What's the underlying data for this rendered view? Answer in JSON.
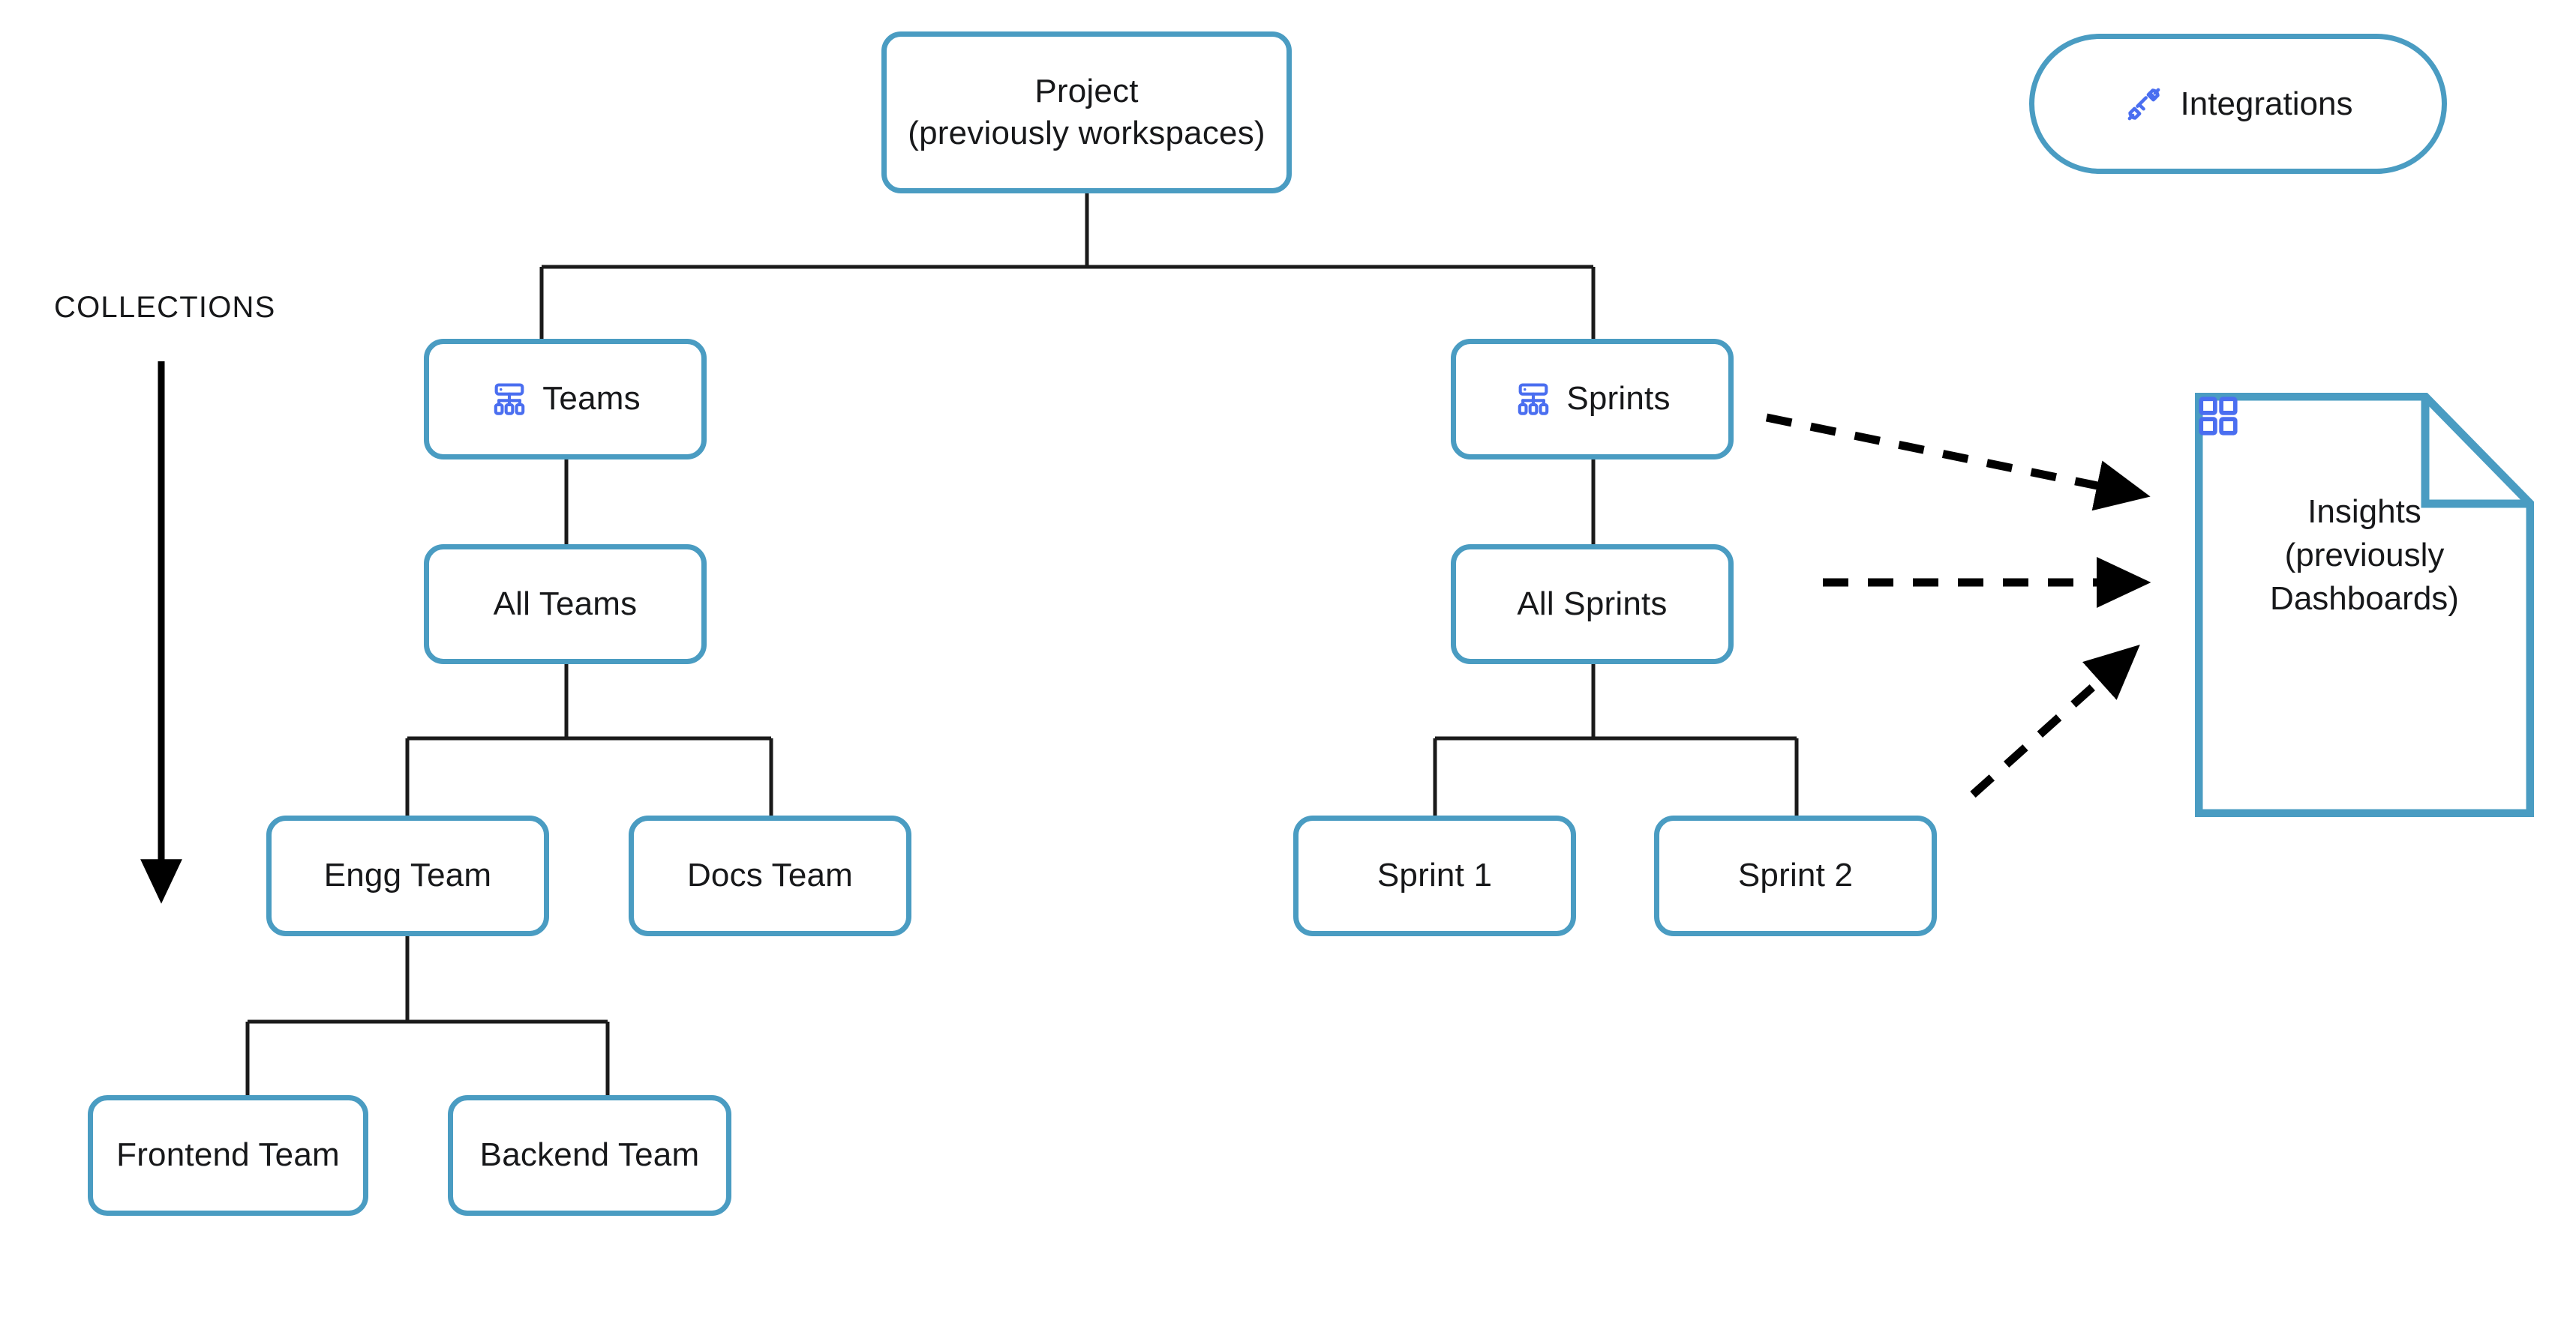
{
  "diagram": {
    "title_note": "Project hierarchy diagram",
    "section_label": "COLLECTIONS",
    "colors": {
      "node_border": "#4a9cc2",
      "icon_blue": "#4a6ef0",
      "connector": "#1a1a1a",
      "text": "#17181a",
      "background": "#ffffff"
    },
    "nodes": {
      "project": {
        "label": "Project\n(previously workspaces)"
      },
      "integrations": {
        "label": "Integrations",
        "icon": "plug-connector-icon"
      },
      "teams": {
        "label": "Teams",
        "icon": "hierarchy-icon"
      },
      "all_teams": {
        "label": "All Teams"
      },
      "engg_team": {
        "label": "Engg Team"
      },
      "docs_team": {
        "label": "Docs Team"
      },
      "frontend_team": {
        "label": "Frontend Team"
      },
      "backend_team": {
        "label": "Backend Team"
      },
      "sprints": {
        "label": "Sprints",
        "icon": "hierarchy-icon"
      },
      "all_sprints": {
        "label": "All Sprints"
      },
      "sprint_1": {
        "label": "Sprint 1"
      },
      "sprint_2": {
        "label": "Sprint 2"
      },
      "insights": {
        "label": "Insights\n(previously\nDashboards)",
        "icon": "dashboard-grid-icon"
      }
    },
    "edges": [
      {
        "from": "project",
        "to": "teams",
        "style": "solid"
      },
      {
        "from": "project",
        "to": "sprints",
        "style": "solid"
      },
      {
        "from": "teams",
        "to": "all_teams",
        "style": "solid"
      },
      {
        "from": "all_teams",
        "to": "engg_team",
        "style": "solid"
      },
      {
        "from": "all_teams",
        "to": "docs_team",
        "style": "solid"
      },
      {
        "from": "engg_team",
        "to": "frontend_team",
        "style": "solid"
      },
      {
        "from": "engg_team",
        "to": "backend_team",
        "style": "solid"
      },
      {
        "from": "sprints",
        "to": "all_sprints",
        "style": "solid"
      },
      {
        "from": "all_sprints",
        "to": "sprint_1",
        "style": "solid"
      },
      {
        "from": "all_sprints",
        "to": "sprint_2",
        "style": "solid"
      },
      {
        "from": "sprints",
        "to": "insights",
        "style": "dashed-arrow"
      },
      {
        "from": "all_sprints",
        "to": "insights",
        "style": "dashed-arrow"
      },
      {
        "from": "sprint_2",
        "to": "insights",
        "style": "dashed-arrow"
      }
    ]
  }
}
